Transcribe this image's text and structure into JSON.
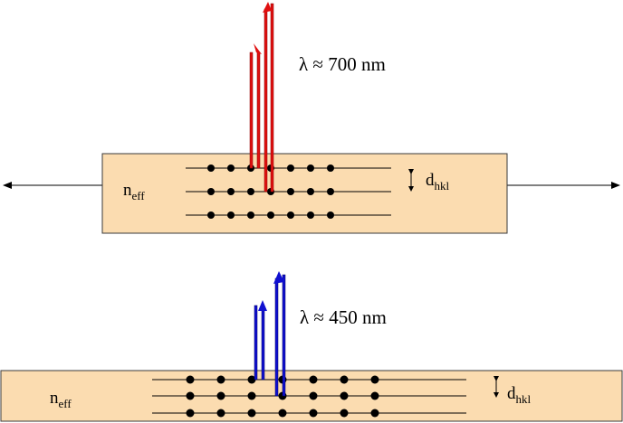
{
  "colors": {
    "slab_fill": "#fbdcb0",
    "slab_stroke": "#3a3a3a",
    "line": "#000000",
    "dot": "#000000",
    "red_ray": "#e01010",
    "red_ray_outline": "#8b0000",
    "blue_ray": "#1010d0",
    "blue_ray_outline": "#000060"
  },
  "top_panel": {
    "wavelength_label": "λ ≈ 700 nm",
    "index_label": {
      "base": "n",
      "sub": "eff"
    },
    "spacing_label": {
      "base": "d",
      "sub": "hkl"
    },
    "ray_color": "red",
    "has_lateral_arrows": true
  },
  "bottom_panel": {
    "wavelength_label": "λ ≈ 450 nm",
    "index_label": {
      "base": "n",
      "sub": "eff"
    },
    "spacing_label": {
      "base": "d",
      "sub": "hkl"
    },
    "ray_color": "blue",
    "has_lateral_arrows": false
  },
  "lattice": {
    "planes_per_panel": 3,
    "dots_per_plane": 7
  }
}
